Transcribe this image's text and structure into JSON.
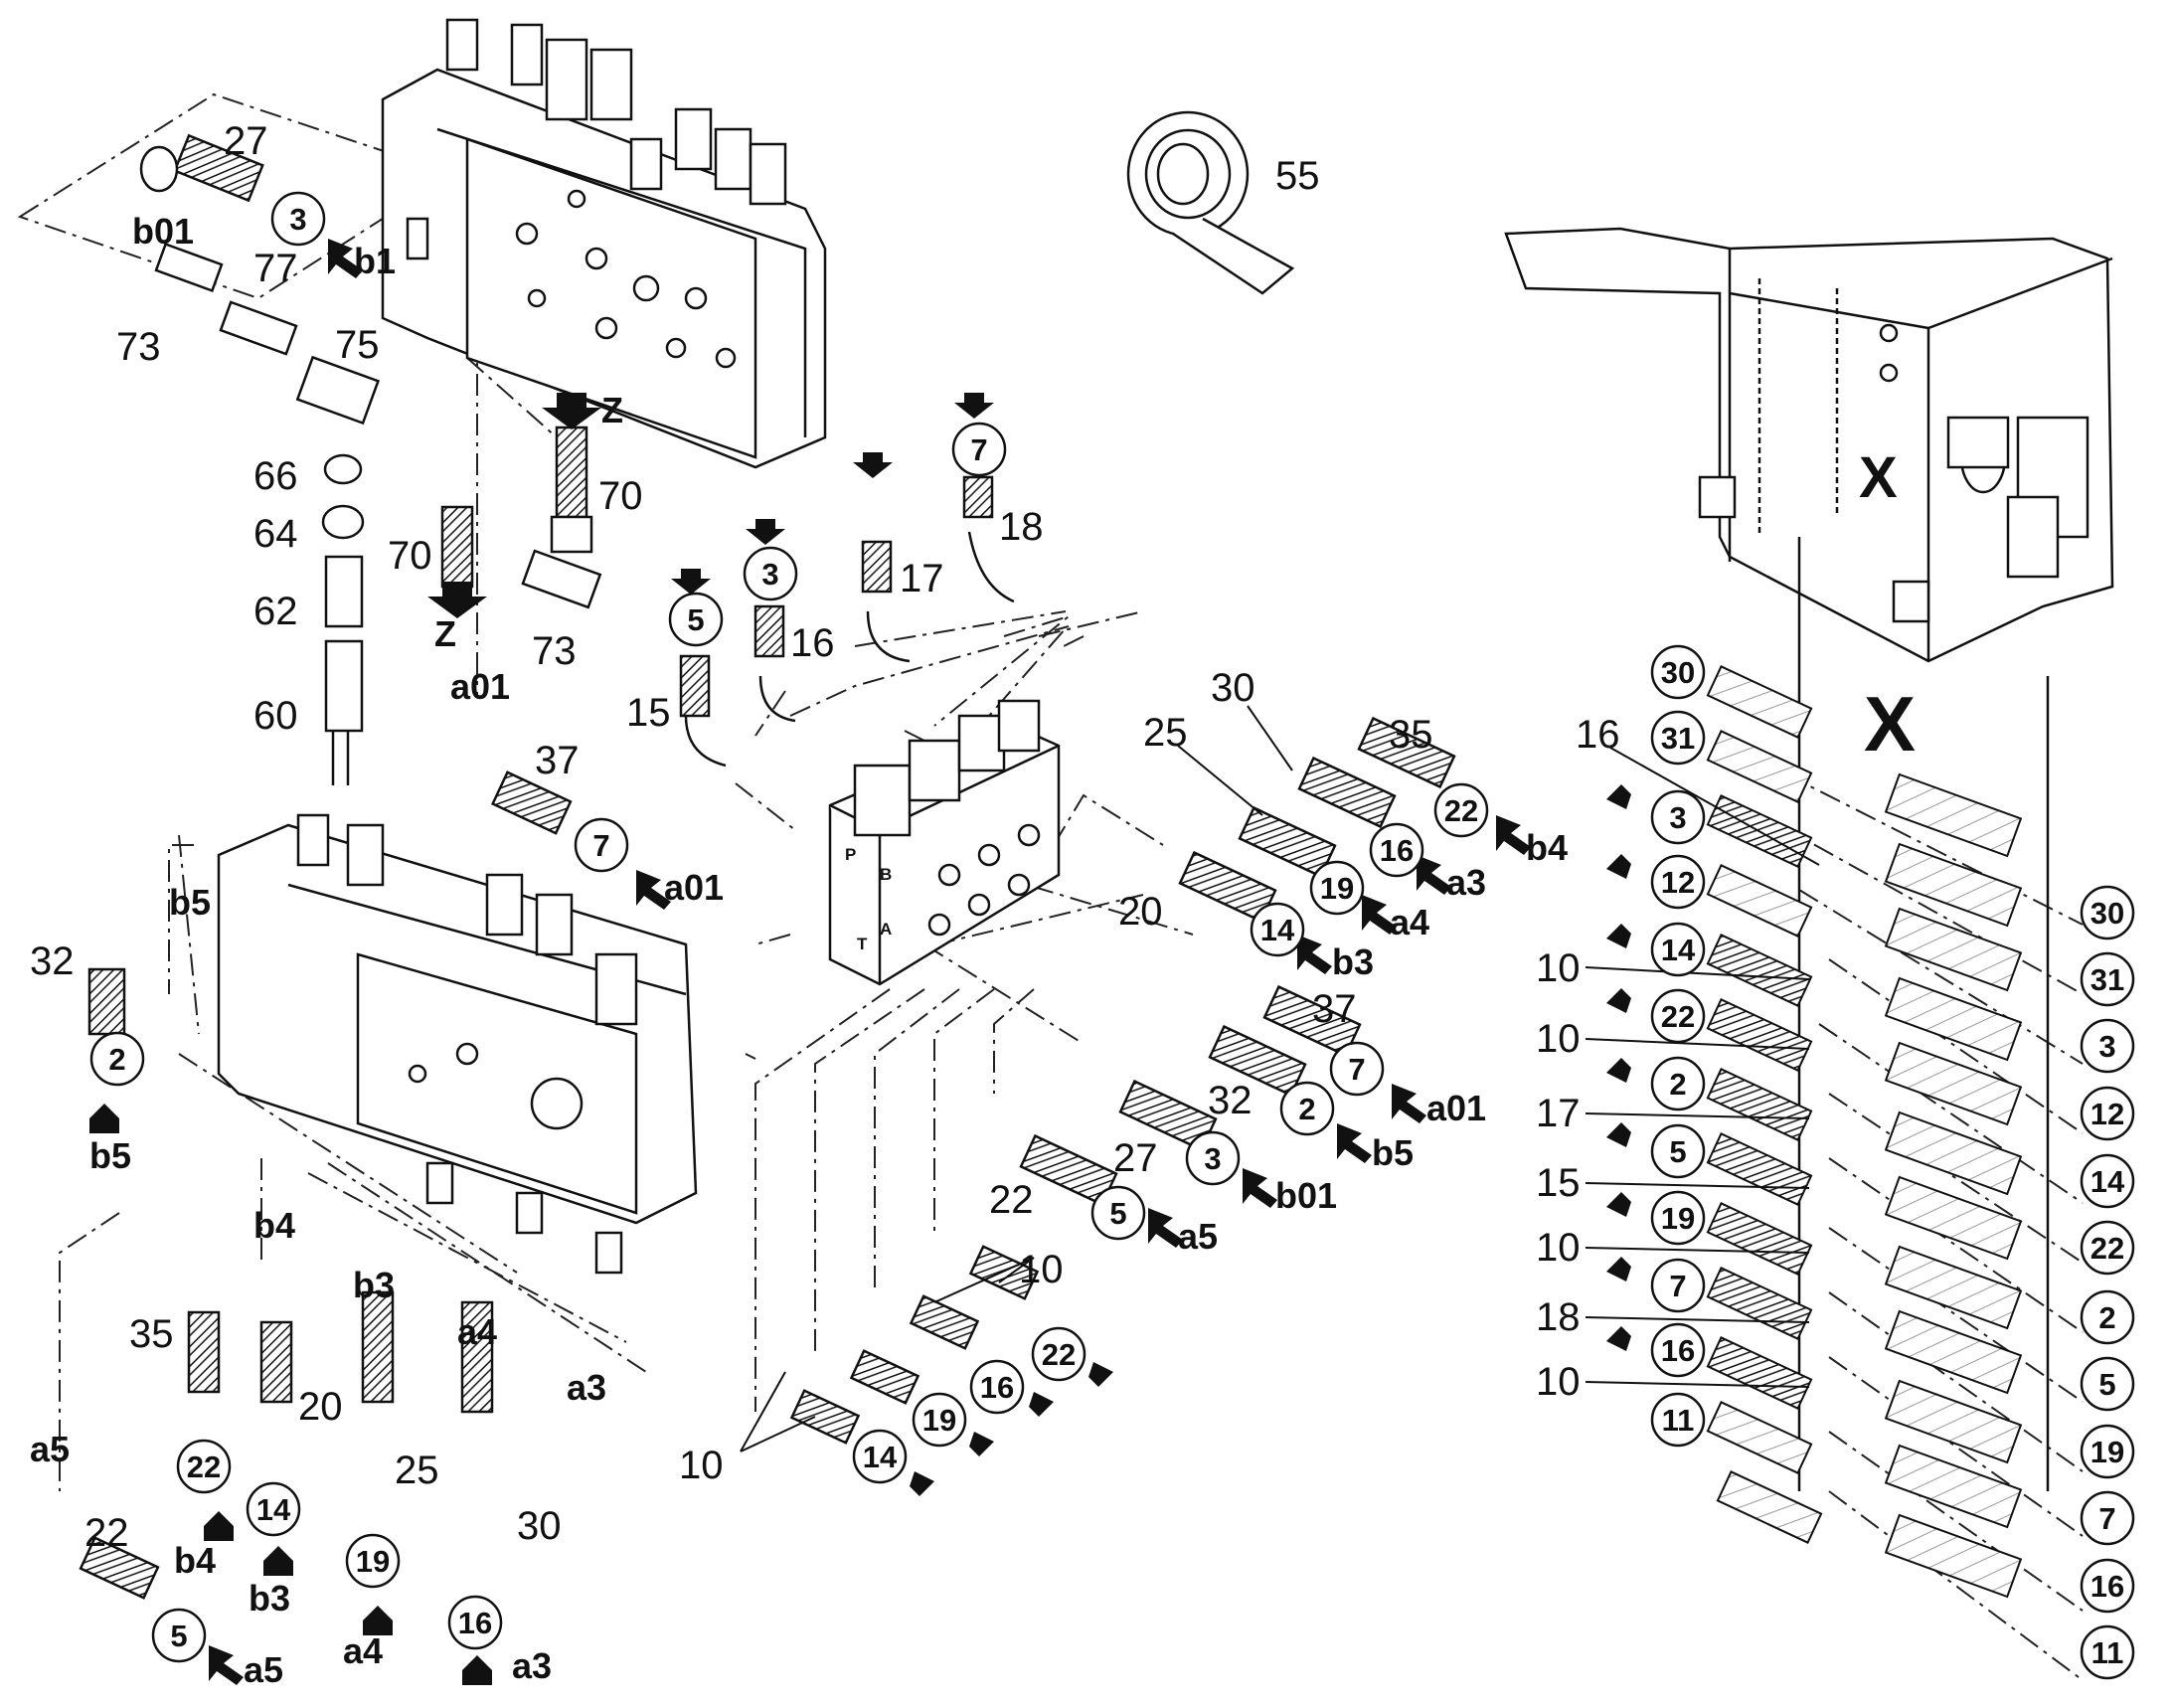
{
  "labels": [
    {
      "id": "l27",
      "text": "27"
    },
    {
      "id": "l73a",
      "text": "73"
    },
    {
      "id": "l77",
      "text": "77"
    },
    {
      "id": "l75",
      "text": "75"
    },
    {
      "id": "l66",
      "text": "66"
    },
    {
      "id": "l64",
      "text": "64"
    },
    {
      "id": "l62",
      "text": "62"
    },
    {
      "id": "l60",
      "text": "60"
    },
    {
      "id": "l70a",
      "text": "70"
    },
    {
      "id": "l70b",
      "text": "70"
    },
    {
      "id": "l73b",
      "text": "73"
    },
    {
      "id": "l55",
      "text": "55"
    },
    {
      "id": "l37a",
      "text": "37"
    },
    {
      "id": "l15a",
      "text": "15"
    },
    {
      "id": "l16a",
      "text": "16"
    },
    {
      "id": "l17a",
      "text": "17"
    },
    {
      "id": "l18a",
      "text": "18"
    },
    {
      "id": "l32",
      "text": "32"
    },
    {
      "id": "l30a",
      "text": "30"
    },
    {
      "id": "l35a",
      "text": "35"
    },
    {
      "id": "l25a",
      "text": "25"
    },
    {
      "id": "l20a",
      "text": "20"
    },
    {
      "id": "l37b",
      "text": "37"
    },
    {
      "id": "l32b",
      "text": "32"
    },
    {
      "id": "l27b",
      "text": "27"
    },
    {
      "id": "l22a",
      "text": "22"
    },
    {
      "id": "l10a",
      "text": "10"
    },
    {
      "id": "l10b",
      "text": "10"
    },
    {
      "id": "l35b",
      "text": "35"
    },
    {
      "id": "l20b",
      "text": "20"
    },
    {
      "id": "l25b",
      "text": "25"
    },
    {
      "id": "l30b",
      "text": "30"
    },
    {
      "id": "l22b",
      "text": "22"
    },
    {
      "id": "l16r",
      "text": "16"
    },
    {
      "id": "l10r1",
      "text": "10"
    },
    {
      "id": "l10r2",
      "text": "10"
    },
    {
      "id": "l17r",
      "text": "17"
    },
    {
      "id": "l15r",
      "text": "15"
    },
    {
      "id": "l10r3",
      "text": "10"
    },
    {
      "id": "l18r",
      "text": "18"
    },
    {
      "id": "l10r4",
      "text": "10"
    }
  ],
  "ports": [
    {
      "id": "p_b01",
      "text": "b01"
    },
    {
      "id": "p_b1",
      "text": "b1"
    },
    {
      "id": "p_z1",
      "text": "Z"
    },
    {
      "id": "p_z2",
      "text": "Z"
    },
    {
      "id": "p_a01",
      "text": "a01"
    },
    {
      "id": "p_a01b",
      "text": "a01"
    },
    {
      "id": "p_b5",
      "text": "b5"
    },
    {
      "id": "p_b5b",
      "text": "b5"
    },
    {
      "id": "p_b4",
      "text": "b4"
    },
    {
      "id": "p_a3",
      "text": "a3"
    },
    {
      "id": "p_a4",
      "text": "a4"
    },
    {
      "id": "p_b3",
      "text": "b3"
    },
    {
      "id": "p_a01c",
      "text": "a01"
    },
    {
      "id": "p_b5c",
      "text": "b5"
    },
    {
      "id": "p_b01c",
      "text": "b01"
    },
    {
      "id": "p_a5",
      "text": "a5"
    },
    {
      "id": "p_b4b",
      "text": "b4"
    },
    {
      "id": "p_b3b",
      "text": "b3"
    },
    {
      "id": "p_a4b",
      "text": "a4"
    },
    {
      "id": "p_a3b",
      "text": "a3"
    },
    {
      "id": "p_a5b",
      "text": "a5"
    },
    {
      "id": "p_b4c",
      "text": "b4"
    },
    {
      "id": "p_b3c",
      "text": "b3"
    },
    {
      "id": "p_a4c",
      "text": "a4"
    },
    {
      "id": "p_a3c",
      "text": "a3"
    },
    {
      "id": "p_a5c",
      "text": "a5"
    }
  ],
  "circles": [
    {
      "id": "c3a",
      "text": "3"
    },
    {
      "id": "c7a",
      "text": "7"
    },
    {
      "id": "c2a",
      "text": "2"
    },
    {
      "id": "c3b",
      "text": "3"
    },
    {
      "id": "c5a",
      "text": "5"
    },
    {
      "id": "c7b",
      "text": "7"
    },
    {
      "id": "c22a",
      "text": "22"
    },
    {
      "id": "c16a",
      "text": "16"
    },
    {
      "id": "c19a",
      "text": "19"
    },
    {
      "id": "c14a",
      "text": "14"
    },
    {
      "id": "c7c",
      "text": "7"
    },
    {
      "id": "c2b",
      "text": "2"
    },
    {
      "id": "c3c",
      "text": "3"
    },
    {
      "id": "c5b",
      "text": "5"
    },
    {
      "id": "c22b",
      "text": "22"
    },
    {
      "id": "c16b",
      "text": "16"
    },
    {
      "id": "c19b",
      "text": "19"
    },
    {
      "id": "c14b",
      "text": "14"
    },
    {
      "id": "c22c",
      "text": "22"
    },
    {
      "id": "c14c",
      "text": "14"
    },
    {
      "id": "c19c",
      "text": "19"
    },
    {
      "id": "c16c",
      "text": "16"
    },
    {
      "id": "c5c",
      "text": "5"
    },
    {
      "id": "r30",
      "text": "30"
    },
    {
      "id": "r31",
      "text": "31"
    },
    {
      "id": "r3",
      "text": "3"
    },
    {
      "id": "r12",
      "text": "12"
    },
    {
      "id": "r14",
      "text": "14"
    },
    {
      "id": "r22",
      "text": "22"
    },
    {
      "id": "r2",
      "text": "2"
    },
    {
      "id": "r5",
      "text": "5"
    },
    {
      "id": "r19",
      "text": "19"
    },
    {
      "id": "r7",
      "text": "7"
    },
    {
      "id": "r16",
      "text": "16"
    },
    {
      "id": "r11",
      "text": "11"
    },
    {
      "id": "f30",
      "text": "30"
    },
    {
      "id": "f31",
      "text": "31"
    },
    {
      "id": "f3",
      "text": "3"
    },
    {
      "id": "f12",
      "text": "12"
    },
    {
      "id": "f14",
      "text": "14"
    },
    {
      "id": "f22",
      "text": "22"
    },
    {
      "id": "f2",
      "text": "2"
    },
    {
      "id": "f5",
      "text": "5"
    },
    {
      "id": "f19",
      "text": "19"
    },
    {
      "id": "f7",
      "text": "7"
    },
    {
      "id": "f16",
      "text": "16"
    },
    {
      "id": "f11",
      "text": "11"
    }
  ],
  "valve_ports": {
    "p": "P",
    "b": "B",
    "a": "A",
    "t": "T"
  },
  "view_marker": {
    "inset": "X",
    "callout": "X"
  }
}
